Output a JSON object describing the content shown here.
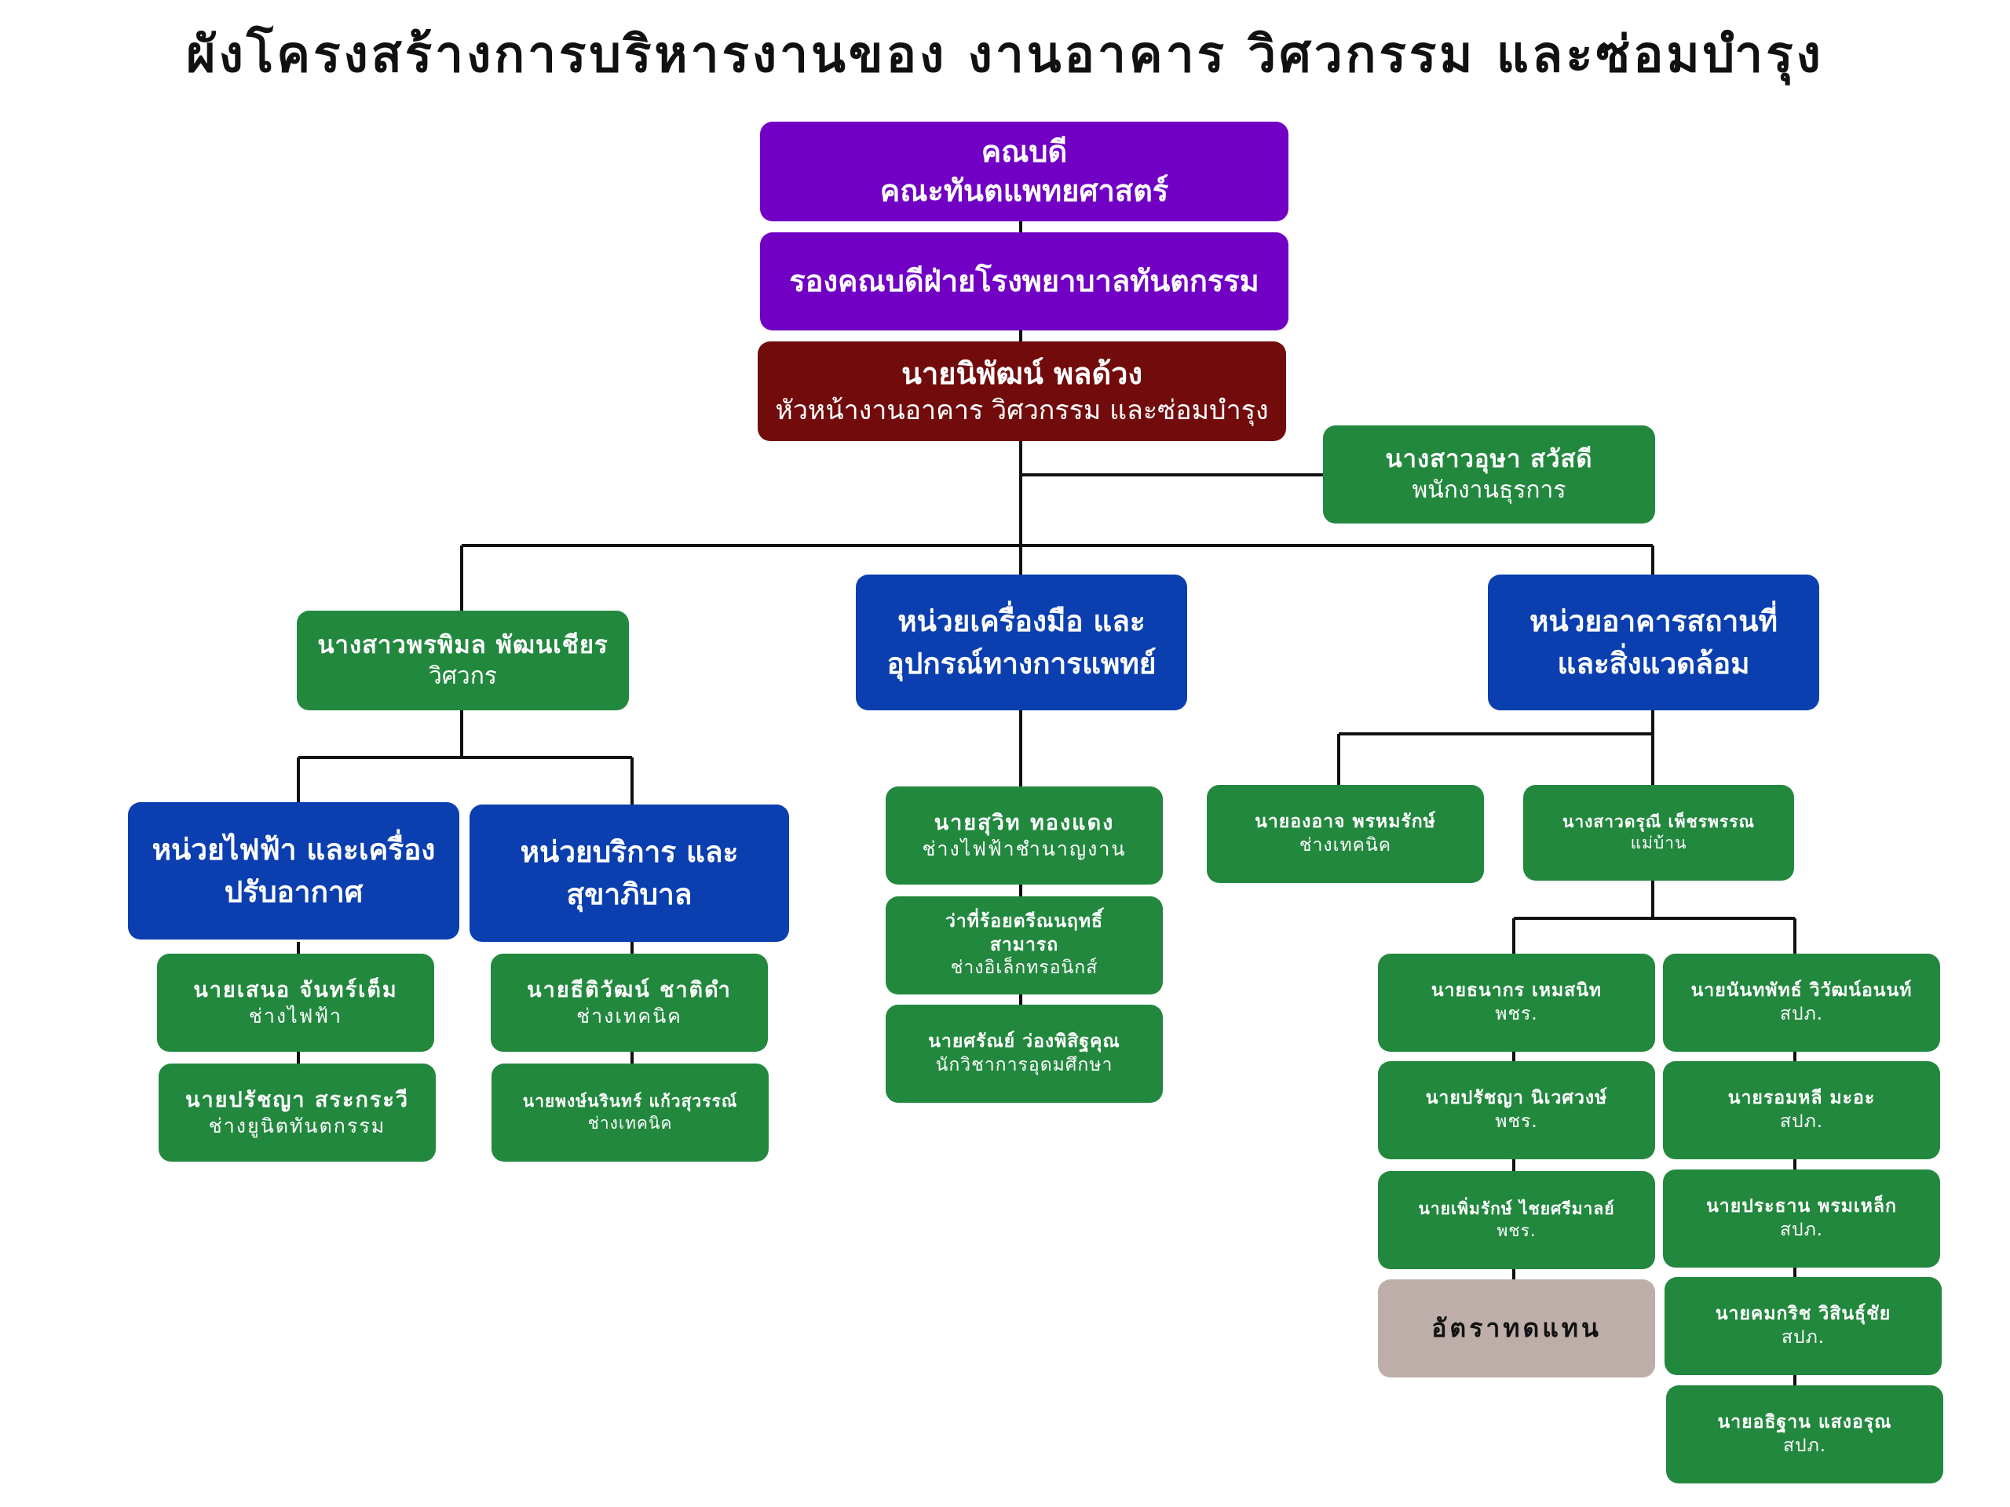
{
  "title": "ผังโครงสร้างการบริหารงานของ งานอาคาร วิศวกรรม และซ่อมบำรุง",
  "colors": {
    "executive": "#7100c4",
    "head": "#720c0c",
    "staff": "#22883e",
    "unit": "#0b3fb0",
    "vacant": "#bdaea9",
    "line": "#111111"
  },
  "chart": {
    "dean": {
      "line1": "คณบดี",
      "line2": "คณะทันตแพทยศาสตร์"
    },
    "associate_dean": {
      "line1": "รองคณบดีฝ่ายโรงพยาบาลทันตกรรม"
    },
    "head": {
      "name": "นายนิพัฒน์ พลด้วง",
      "role": "หัวหน้างานอาคาร วิศวกรรม และซ่อมบำรุง"
    },
    "admin_officer": {
      "name": "นางสาวอุษา สวัสดี",
      "role": "พนักงานธุรการ"
    },
    "engineer": {
      "name": "นางสาวพรพิมล พัฒนเชียร",
      "role": "วิศวกร"
    },
    "unit_medical_equipment": {
      "line1": "หน่วยเครื่องมือ และ",
      "line2": "อุปกรณ์ทางการแพทย์"
    },
    "unit_buildings": {
      "line1": "หน่วยอาคารสถานที่",
      "line2": "และสิ่งแวดล้อม"
    },
    "unit_electrical": {
      "line1": "หน่วยไฟฟ้า และเครื่อง",
      "line2": "ปรับอากาศ"
    },
    "unit_service": {
      "line1": "หน่วยบริการ และ",
      "line2": "สุขาภิบาล"
    },
    "electrical_staff": [
      {
        "name": "นายเสนอ จันทร์เต็ม",
        "role": "ช่างไฟฟ้า"
      },
      {
        "name": "นายปรัชญา สระกระวี",
        "role": "ช่างยูนิตทันตกรรม"
      }
    ],
    "service_staff": [
      {
        "name": "นายธีติวัฒน์ ชาติดำ",
        "role": "ช่างเทคนิค"
      },
      {
        "name": "นายพงษ์นรินทร์ แก้วสุวรรณ์",
        "role": "ช่างเทคนิค"
      }
    ],
    "medical_staff": [
      {
        "name": "นายสุวิท ทองแดง",
        "role": "ช่างไฟฟ้าชำนาญงาน"
      },
      {
        "name": "ว่าที่ร้อยตรีณนฤทธิ์",
        "name2": "สามารถ",
        "role": "ช่างอิเล็กทรอนิกส์"
      },
      {
        "name": "นายศรัณย์ ว่องพิสิฐคุณ",
        "role": "นักวิชาการอุดมศึกษา"
      }
    ],
    "building_tech": {
      "name": "นายองอาจ พรหมรักษ์",
      "role": "ช่างเทคนิค"
    },
    "building_housekeeper": {
      "name": "นางสาวดรุณี เพ็ชรพรรณ",
      "role": "แม่บ้าน"
    },
    "pcr_staff": [
      {
        "name": "นายธนากร เหมสนิท",
        "role": "พชร."
      },
      {
        "name": "นายปรัชญา นิเวศวงษ์",
        "role": "พชร."
      },
      {
        "name": "นายเพิ่มรักษ์ ไชยศรีมาลย์",
        "role": "พชร."
      }
    ],
    "vacant": "อัตราทดแทน",
    "spj_staff": [
      {
        "name": "นายนันทพัทธ์ วิวัฒน์อนนท์",
        "role": "สปภ."
      },
      {
        "name": "นายรอมหลี มะอะ",
        "role": "สปภ."
      },
      {
        "name": "นายประธาน พรมเหล็ก",
        "role": "สปภ."
      },
      {
        "name": "นายคมกริช วิสินธุ์ชัย",
        "role": "สปภ."
      },
      {
        "name": "นายอธิฐาน แสงอรุณ",
        "role": "สปภ."
      }
    ]
  }
}
